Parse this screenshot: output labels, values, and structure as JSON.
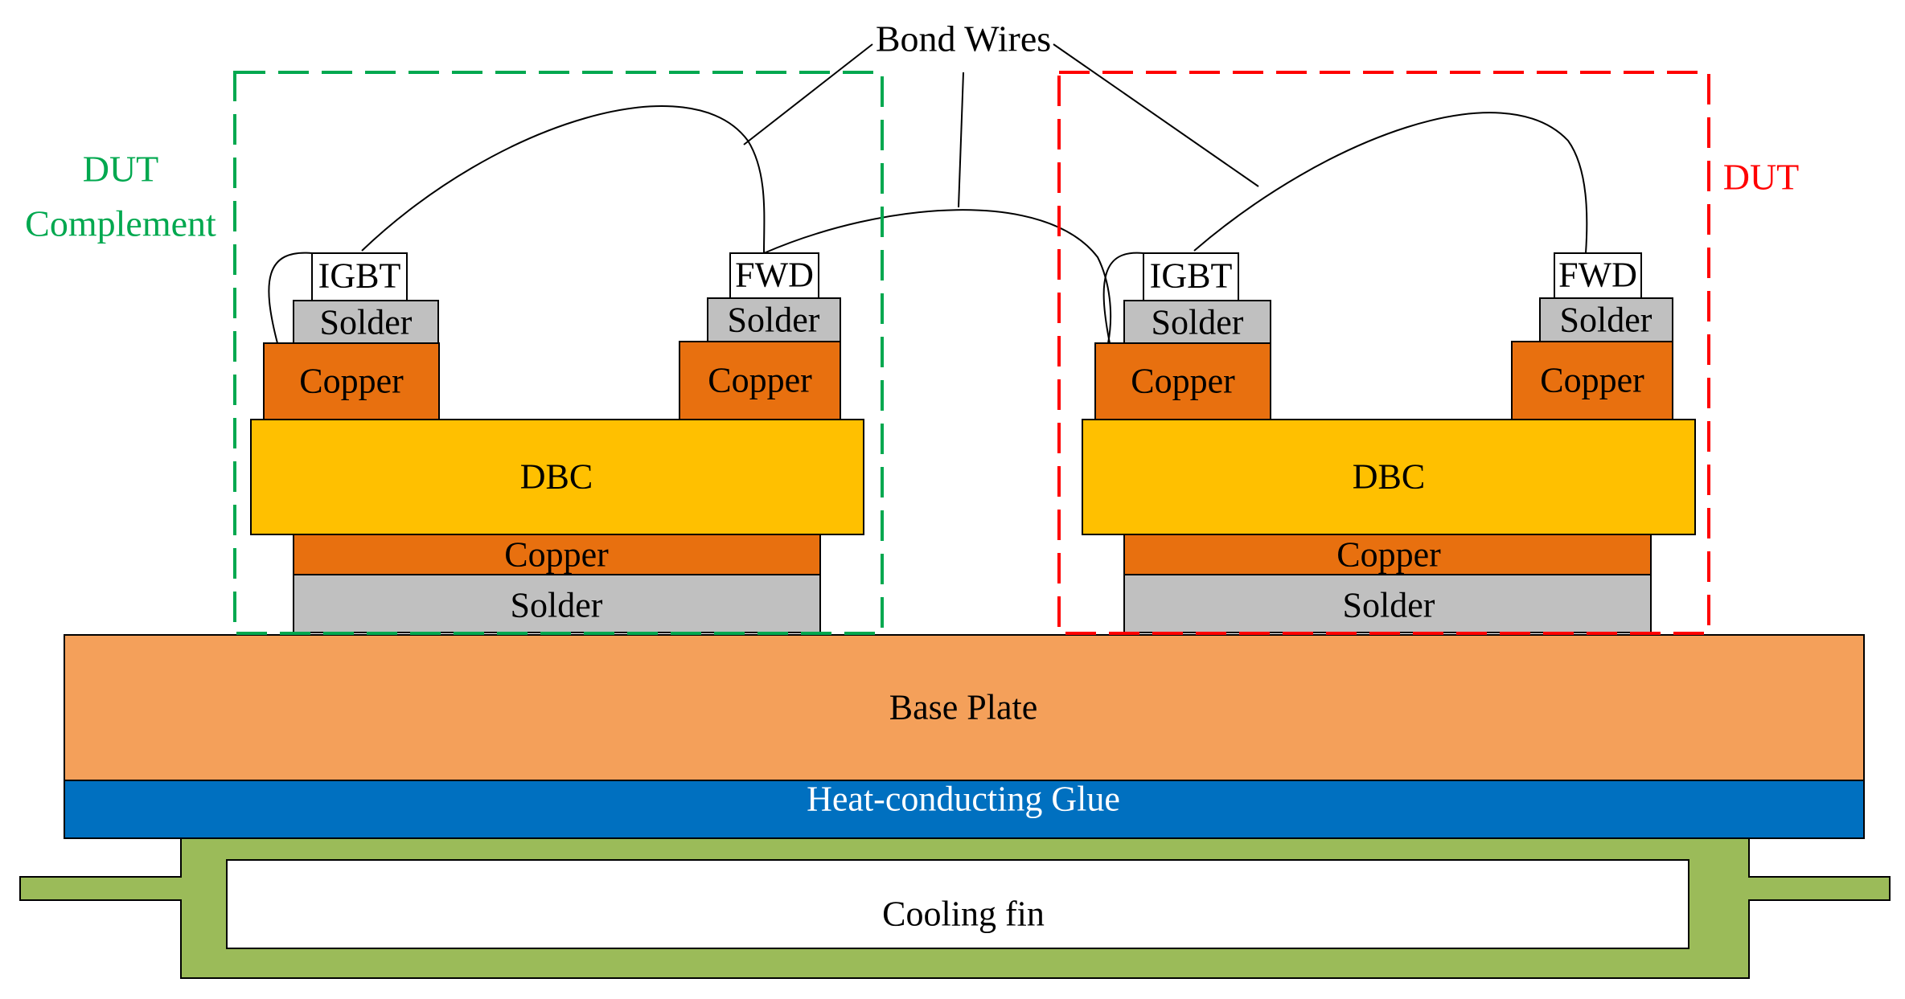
{
  "diagram": {
    "bond_wires_label": "Bond Wires",
    "groups": {
      "complement": {
        "label_line1": "DUT",
        "label_line2": "Complement",
        "color": "#00A84F"
      },
      "dut": {
        "label": "DUT",
        "color": "#FF0000"
      }
    },
    "layers": {
      "igbt": "IGBT",
      "fwd": "FWD",
      "solder": "Solder",
      "copper": "Copper",
      "dbc": "DBC",
      "base_plate": "Base Plate",
      "glue": "Heat-conducting Glue",
      "cooling_fin": "Cooling fin"
    },
    "colors": {
      "copper": "#E8700F",
      "solder": "#C0C0C0",
      "dbc": "#FFC000",
      "base_plate": "#F4A05A",
      "glue": "#0070C0",
      "fin": "#9BBB59",
      "chip": "#FFFFFF",
      "wire": "#000000"
    }
  }
}
